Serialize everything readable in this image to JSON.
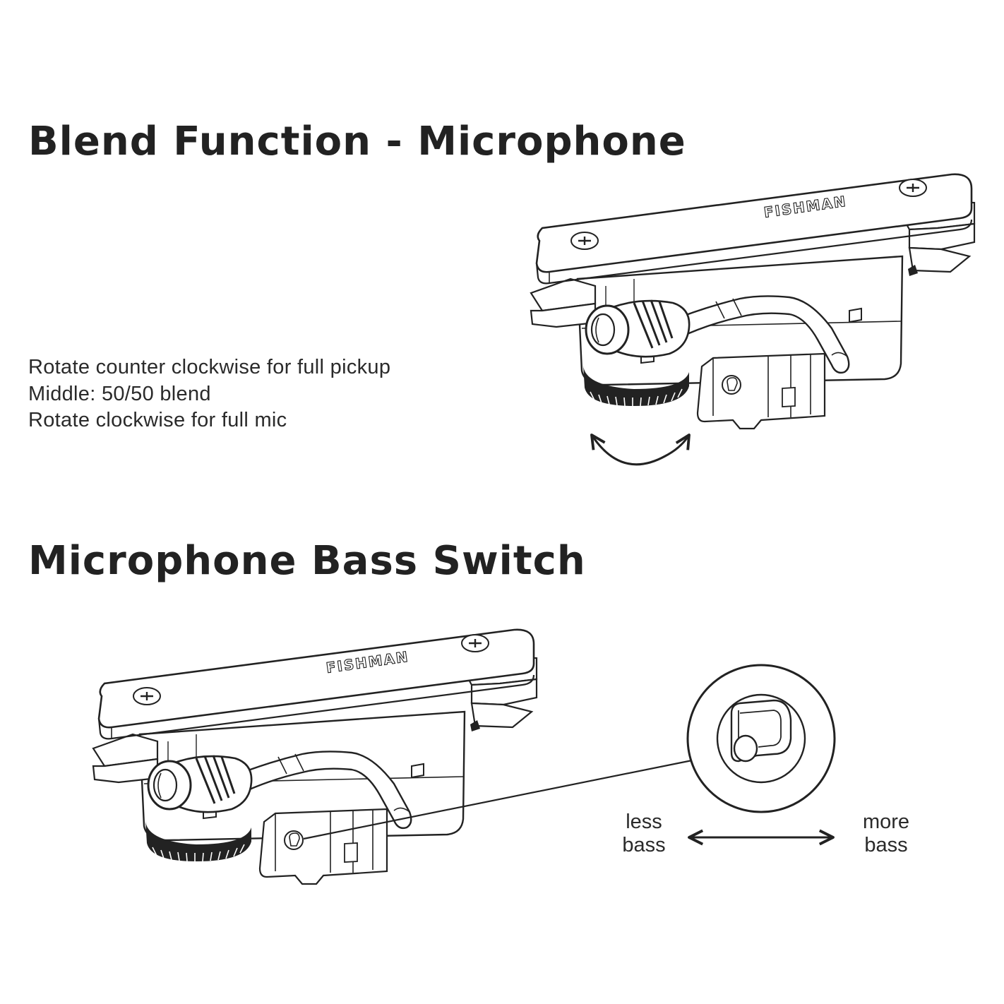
{
  "blend_section": {
    "title": "Blend Function - Microphone",
    "instructions": [
      "Rotate counter clockwise for full pickup",
      "Middle: 50/50 blend",
      "Rotate clockwise for full mic"
    ]
  },
  "bass_section": {
    "title": "Microphone Bass Switch",
    "less_label": [
      "less",
      "bass"
    ],
    "more_label": [
      "more",
      "bass"
    ]
  },
  "pickup": {
    "brand": "FISHMAN"
  },
  "colors": {
    "ink": "#222222",
    "background": "#ffffff"
  }
}
